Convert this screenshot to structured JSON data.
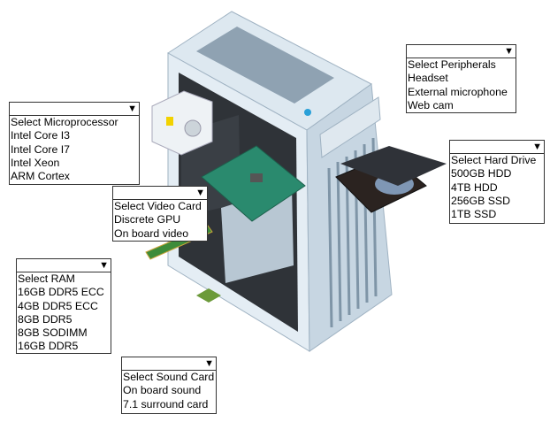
{
  "dropdowns": {
    "peripherals": {
      "options": [
        "Select Peripherals",
        "Headset",
        "External microphone",
        "Web cam"
      ]
    },
    "hard_drive": {
      "options": [
        "Select Hard Drive",
        "500GB HDD",
        "4TB HDD",
        "256GB SSD",
        "1TB SSD"
      ]
    },
    "microprocessor": {
      "options": [
        "Select Microprocessor",
        "Intel Core I3",
        "Intel Core I7",
        "Intel Xeon",
        "ARM Cortex"
      ]
    },
    "video_card": {
      "options": [
        "Select Video Card",
        "Discrete GPU",
        "On board video"
      ]
    },
    "ram": {
      "options": [
        "Select RAM",
        "16GB DDR5 ECC",
        "4GB DDR5 ECC",
        "8GB DDR5",
        "8GB SODIMM",
        "16GB DDR5"
      ]
    },
    "sound_card": {
      "options": [
        "Select Sound Card",
        "On board sound",
        "7.1 surround card"
      ]
    }
  },
  "icons": {
    "dropdown_arrow": "▼"
  },
  "colors": {
    "case": "#dfe9f1",
    "case_side": "#a9bccb",
    "interior": "#2f3338",
    "board": "#2a8a6e",
    "power_button": "#2aa0d8"
  }
}
